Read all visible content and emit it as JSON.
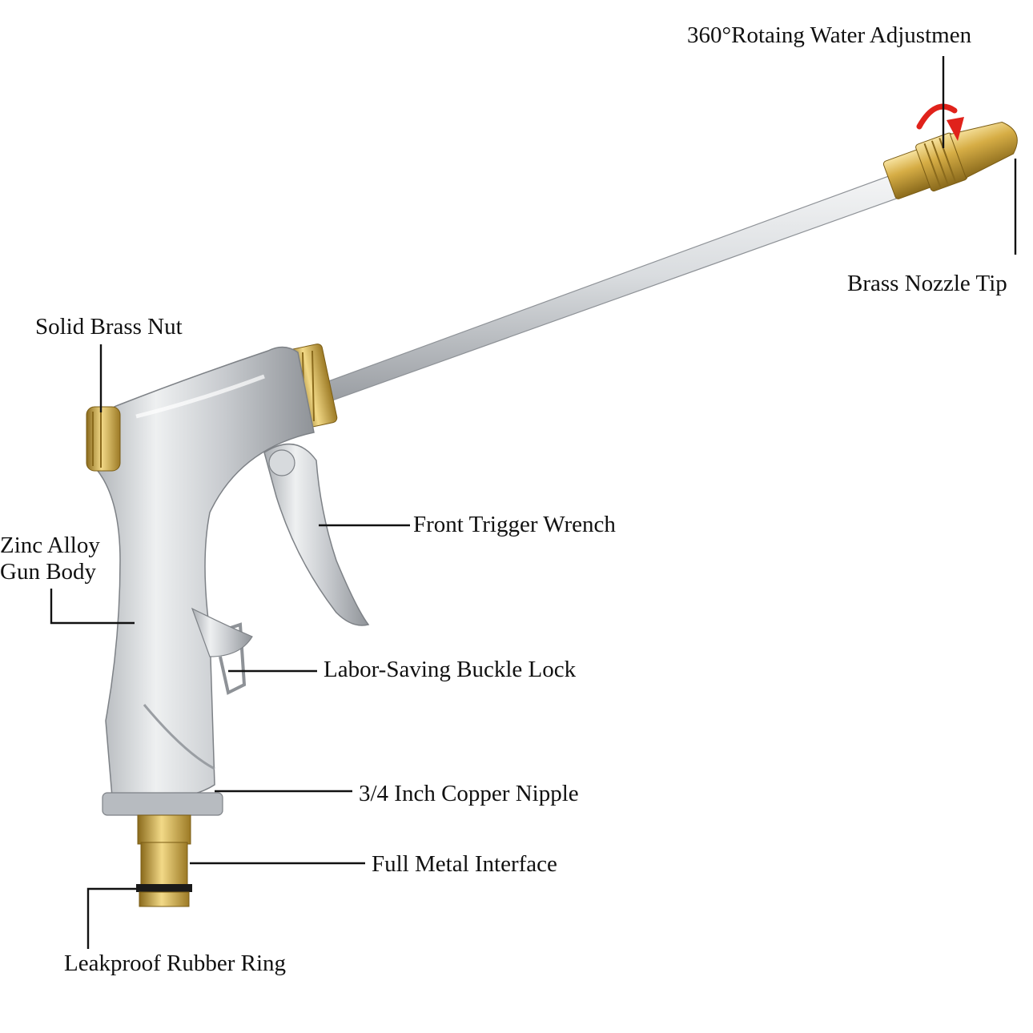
{
  "labels": {
    "rotating_adjustment": "360°Rotaing Water Adjustmen",
    "brass_nozzle_tip": "Brass Nozzle Tip",
    "solid_brass_nut": "Solid Brass Nut",
    "front_trigger_wrench": "Front Trigger Wrench",
    "gun_body_line1": "Zinc Alloy",
    "gun_body_line2": "Gun Body",
    "buckle_lock": "Labor-Saving Buckle Lock",
    "copper_nipple": "3/4 Inch Copper Nipple",
    "metal_interface": "Full Metal Interface",
    "rubber_ring": "Leakproof Rubber Ring"
  },
  "colors": {
    "silver": "#c9cccf",
    "brass": "#c9a13a",
    "rotation_arrow": "#e0221b",
    "text": "#111111"
  }
}
